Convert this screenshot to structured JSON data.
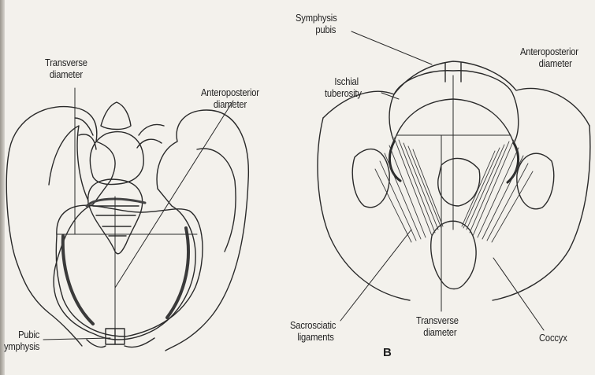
{
  "panel_a": {
    "transverse_diameter": [
      "Transverse",
      "diameter"
    ],
    "anteroposterior_diameter": [
      "Anteroposterior",
      "diameter"
    ],
    "pubic_symphysis": [
      "Pubic",
      "ymphysis"
    ]
  },
  "panel_b": {
    "letter": "B",
    "symphysis_pubis": [
      "Symphysis",
      "pubis"
    ],
    "anteroposterior_diameter": [
      "Anteroposterior",
      "diameter"
    ],
    "ischial_tuberosity": [
      "Ischial",
      "tuberosity"
    ],
    "sacrosciatic_ligaments": [
      "Sacrosciatic",
      "ligaments"
    ],
    "transverse_diameter": [
      "Transverse",
      "diameter"
    ],
    "coccyx": "Coccyx"
  }
}
